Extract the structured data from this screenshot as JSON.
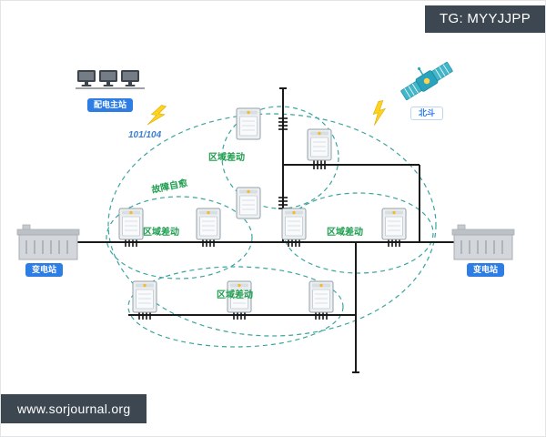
{
  "watermarks": {
    "top_right": "TG: MYYJJPP",
    "bottom_left": "www.sorjournal.org"
  },
  "labels": {
    "master_station": "配电主站",
    "beidou": "北斗",
    "protocol": "101/104",
    "self_healing": "故障自愈",
    "zones": [
      "区域差动",
      "区域差动",
      "区域差动",
      "区域差动"
    ],
    "substation_left": "变电站",
    "substation_right": "变电站"
  },
  "icons": {
    "computers": "master-station-computers",
    "satellite": "beidou-satellite",
    "lightning": "wireless-link-bolt",
    "cabinet": "feeder-terminal-cabinet",
    "building": "substation-building"
  },
  "colors": {
    "badge_blue": "#2e7de5",
    "zone_green": "#1e9e4e",
    "ellipse_teal": "#3aa49e",
    "lightning_yellow": "#ffd21e",
    "overlay_dark": "#3d4751",
    "line_black": "#1a1a1a"
  }
}
